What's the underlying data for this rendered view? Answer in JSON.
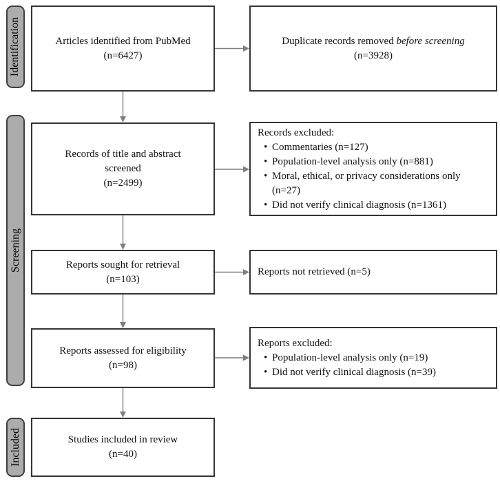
{
  "bullet": "•",
  "stages": [
    "Identification",
    "Screening",
    "Included"
  ],
  "boxes": {
    "identified": {
      "lines": [
        "Articles identified from PubMed",
        "(n=6427)"
      ]
    },
    "duplicates": {
      "prefix": "Duplicate records removed",
      "italic": "before screening",
      "count": "(n=3928)"
    },
    "screened": {
      "lines": [
        "Records of title and abstract",
        "screened",
        "(n=2499)"
      ]
    },
    "records_excluded": {
      "title": "Records excluded:",
      "items": [
        "Commentaries (n=127)",
        "Population-level analysis only (n=881)",
        "Moral, ethical, or privacy considerations only (n=27)",
        "Did not verify clinical diagnosis (n=1361)"
      ]
    },
    "sought": {
      "lines": [
        "Reports sought for retrieval",
        "(n=103)"
      ]
    },
    "not_retrieved": {
      "text": "Reports not retrieved (n=5)"
    },
    "assessed": {
      "lines": [
        "Reports assessed for eligibility",
        "(n=98)"
      ]
    },
    "reports_excluded": {
      "title": "Reports excluded:",
      "items": [
        "Population-level analysis only (n=19)",
        "Did not verify clinical diagnosis (n=39)"
      ]
    },
    "included": {
      "lines": [
        "Studies included in review",
        "(n=40)"
      ]
    }
  },
  "colors": {
    "stage_fill": "#acacac",
    "box_border": "#343434",
    "arrow": "#7f7f7f",
    "background": "#ffffff",
    "text": "#121212"
  }
}
